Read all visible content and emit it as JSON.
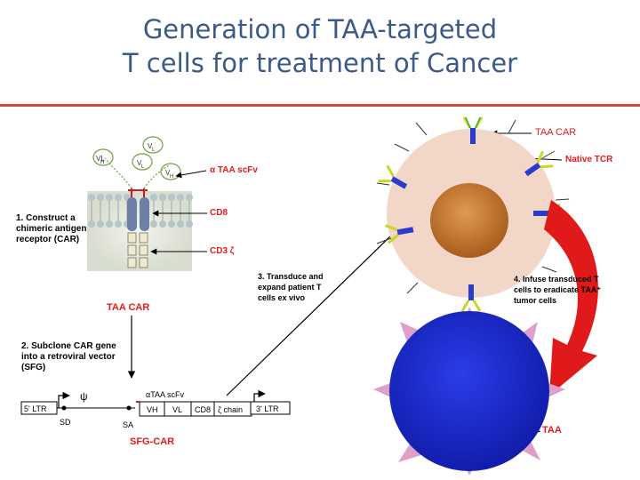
{
  "title": {
    "line1": "Generation of TAA-targeted",
    "line2": "T cells for treatment of Cancer"
  },
  "labels": {
    "taa_car_top": "TAA CAR",
    "native_tcr": "Native TCR",
    "alpha_taa_scfv": "α TAA scFv",
    "cd8": "CD8",
    "cd3_zeta": "CD3 ζ",
    "taa_car_left": "TAA CAR",
    "taa": "TAA",
    "sfg_car": "SFG-CAR"
  },
  "steps": {
    "step1": [
      "1. Construct a",
      "chimeric antigen",
      "receptor (CAR)"
    ],
    "step2": [
      "2. Subclone CAR gene",
      "into a retroviral vector",
      "(SFG)"
    ],
    "step3": [
      "3. Transduce and",
      "expand patient T",
      "cells ex vivo"
    ],
    "step4": [
      "4. Infuse transduced T",
      "cells to eradicate TAA⁺",
      "tumor cells"
    ]
  },
  "domains": {
    "vh": "VH",
    "vl": "VL",
    "vh_sub": "H",
    "vl_sub": "L"
  },
  "vector": {
    "ltr5": "5' LTR",
    "psi": "ψ",
    "sd": "SD",
    "sa": "SA",
    "scfv": "αTAA scFv",
    "vh": "VH",
    "vl": "VL",
    "cd8": "CD8",
    "zeta": "ζ chain",
    "ltr3": "3' LTR"
  },
  "colors": {
    "title": "#3b5a88",
    "rule": "#d04a3a",
    "t_cell": "#f2d6c8",
    "nucleus": "#c67a2e",
    "tumor": "#1a25c9",
    "spikes": "#dea0c8",
    "arrow": "#e01a1a",
    "annotation_red": "#e11b1b"
  }
}
